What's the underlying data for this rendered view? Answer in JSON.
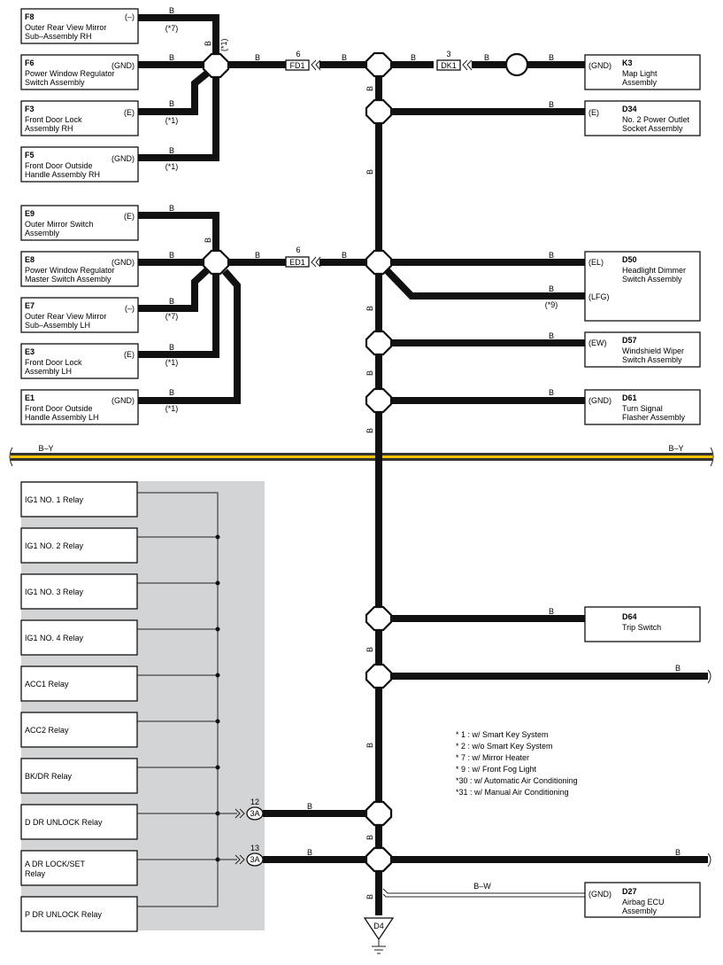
{
  "left_components": [
    {
      "code": "F8",
      "name1": "Outer Rear View Mirror",
      "name2": "Sub–Assembly RH",
      "pin": "(–)",
      "wire": "B",
      "note": "(*7)"
    },
    {
      "code": "F6",
      "name1": "Power Window Regulator",
      "name2": "Switch Assembly",
      "pin": "(GND)",
      "wire": "B",
      "note": ""
    },
    {
      "code": "F3",
      "name1": "Front Door Lock",
      "name2": "Assembly RH",
      "pin": "(E)",
      "wire": "B",
      "note": "(*1)"
    },
    {
      "code": "F5",
      "name1": "Front Door Outside",
      "name2": "Handle Assembly RH",
      "pin": "(GND)",
      "wire": "B",
      "note": "(*1)"
    },
    {
      "code": "E9",
      "name1": "Outer Mirror Switch",
      "name2": "Assembly",
      "pin": "(E)",
      "wire": "B",
      "note": ""
    },
    {
      "code": "E8",
      "name1": "Power Window Regulator",
      "name2": "Master Switch Assembly",
      "pin": "(GND)",
      "wire": "B",
      "note": ""
    },
    {
      "code": "E7",
      "name1": "Outer Rear View Mirror",
      "name2": "Sub–Assembly LH",
      "pin": "(–)",
      "wire": "B",
      "note": "(*7)"
    },
    {
      "code": "E3",
      "name1": "Front Door Lock",
      "name2": "Assembly LH",
      "pin": "(E)",
      "wire": "B",
      "note": "(*1)"
    },
    {
      "code": "E1",
      "name1": "Front Door Outside",
      "name2": "Handle Assembly LH",
      "pin": "(GND)",
      "wire": "B",
      "note": "(*1)"
    }
  ],
  "right_components": [
    {
      "code": "K3",
      "name1": "Map Light",
      "name2": "Assembly",
      "pin": "(GND)",
      "wire": "B"
    },
    {
      "code": "D34",
      "name1": "No.  2 Power Outlet",
      "name2": "Socket Assembly",
      "pin": "(E)",
      "wire": "B"
    },
    {
      "code": "D50",
      "name1": "Headlight Dimmer",
      "name2": "Switch Assembly",
      "pin": "(EL)",
      "pin2": "(LFG)",
      "wire": "B",
      "wire2": "B",
      "note2": "(*9)"
    },
    {
      "code": "D57",
      "name1": "Windshield Wiper",
      "name2": "Switch Assembly",
      "pin": "(EW)",
      "wire": "B"
    },
    {
      "code": "D61",
      "name1": "Turn Signal",
      "name2": "Flasher Assembly",
      "pin": "(GND)",
      "wire": "B"
    },
    {
      "code": "D64",
      "name1": "Trip Switch",
      "name2": "",
      "pin": "",
      "wire": "B"
    },
    {
      "code": "D27",
      "name1": "Airbag ECU",
      "name2": "Assembly",
      "pin": "(GND)",
      "wire": "B–W"
    }
  ],
  "connectors": {
    "fd1": {
      "label": "FD1",
      "pin": "6",
      "wire": "B"
    },
    "dk1": {
      "label": "DK1",
      "pin": "3",
      "wire": "B"
    },
    "ed1": {
      "label": "ED1",
      "pin": "6",
      "wire": "B"
    },
    "j3a_top": {
      "label": "3A",
      "pin": "12",
      "wire": "B"
    },
    "j3a_bottom": {
      "label": "3A",
      "pin": "13",
      "wire": "B"
    }
  },
  "relays": [
    "IG1 NO. 1 Relay",
    "IG1 NO. 2 Relay",
    "IG1 NO. 3 Relay",
    "IG1 NO. 4 Relay",
    "ACC1 Relay",
    "ACC2 Relay",
    "BK/DR Relay",
    "D DR UNLOCK Relay",
    "A DR LOCK/SET",
    "P DR UNLOCK Relay"
  ],
  "relay_line2": "Relay",
  "harness": {
    "left": "B–Y",
    "right": "B–Y"
  },
  "wire_labels": {
    "b": "B",
    "top_hub_v": "B",
    "top_hub_note": "(*1)",
    "mid_hub_v": "B",
    "trunk": "B",
    "d64_branch_right": "B",
    "bottom_right": "B"
  },
  "ground": {
    "label": "D4"
  },
  "notes": [
    "* 1 : w/ Smart Key System",
    "* 2 : w/o Smart Key System",
    "* 7 : w/ Mirror Heater",
    "* 9 : w/ Front Fog Light",
    "*30 : w/ Automatic Air Conditioning",
    "*31 : w/ Manual Air Conditioning"
  ],
  "colors": {
    "harness_core": "#f2c200",
    "panel": "#d3d4d6",
    "wire": "#111111"
  }
}
